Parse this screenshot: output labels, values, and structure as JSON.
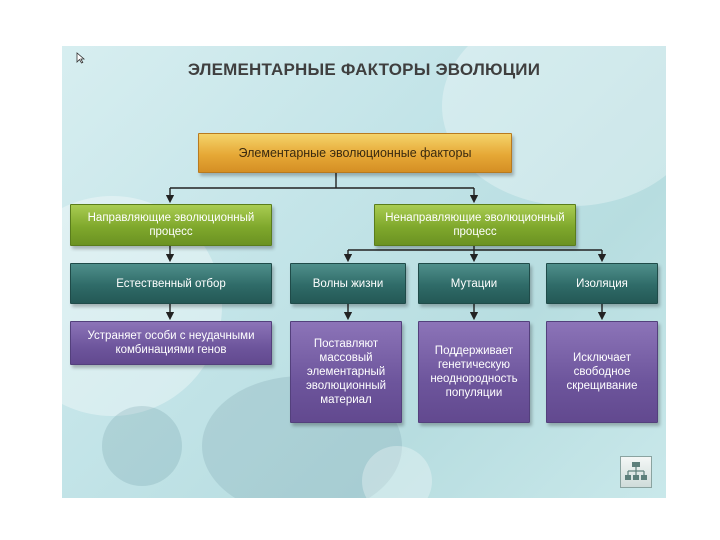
{
  "title": "ЭЛЕМЕНТАРНЫЕ ФАКТОРЫ ЭВОЛЮЦИИ",
  "root": "Элементарные эволюционные факторы",
  "directional": "Направляющие эволюционный процесс",
  "nondirectional": "Ненаправляющие эволюционный процесс",
  "factors": {
    "selection": "Естественный отбор",
    "waves": "Волны жизни",
    "mutations": "Мутации",
    "isolation": "Изоляция"
  },
  "effects": {
    "selection": "Устраняет особи с неудачными комбинациями генов",
    "waves": "Поставляют массовый элементарный эволюционный материал",
    "mutations": "Поддерживает генетическую неоднородность популяции",
    "isolation": "Исключает свободное скрещивание"
  },
  "colors": {
    "root": "#e6a836",
    "directional": "#7fa82c",
    "factor": "#2f6b68",
    "effect": "#6d559c",
    "background": "#c3e4e8"
  }
}
